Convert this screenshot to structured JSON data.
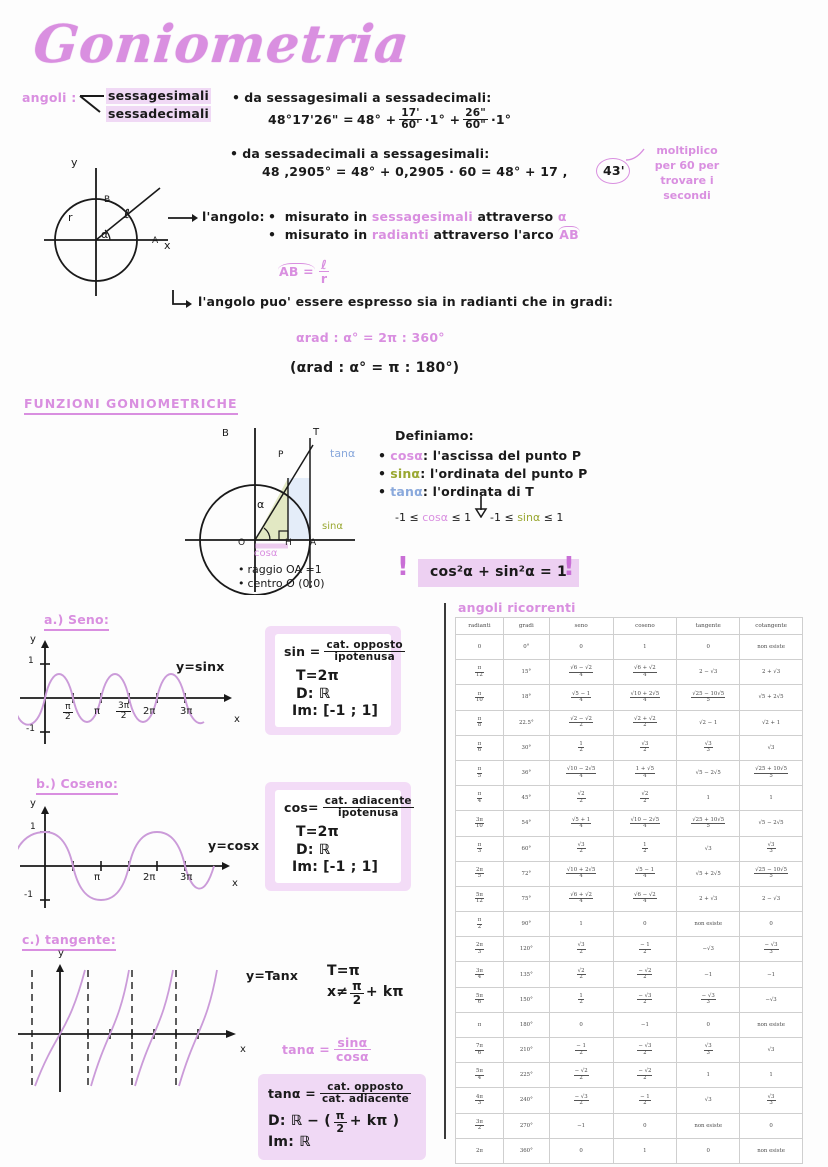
{
  "title": "Goniometria",
  "angles_section": {
    "label": "angoli :",
    "type1": "sessagesimali",
    "type2": "sessadecimali"
  },
  "conversions": {
    "bullet1_title": "da sessagesimali a sessadecimali:",
    "bullet1_lhs": "48°17'26\" =",
    "bullet1_term1": "48° +",
    "bullet1_frac1_num": "17'",
    "bullet1_frac1_den": "60'",
    "bullet1_mult1": "·1° +",
    "bullet1_frac2_num": "26\"",
    "bullet1_frac2_den": "60\"",
    "bullet1_mult2": "·1°",
    "bullet2_title": "da sessadecimali a sessagesimali:",
    "bullet2_expr": "48 ,2905° = 48° + 0,2905 · 60 = 48° + 17 ,",
    "bullet2_circled": "43'",
    "note": "moltiplico per 60 per trovare i secondi"
  },
  "circle1": {
    "axis_y": "y",
    "axis_x": "x",
    "r": "r",
    "alpha": "α",
    "point_a": "A",
    "point_b": "B",
    "arc_l": "ℓ"
  },
  "angle_measures": {
    "lead": "l'angolo:",
    "item1_pre": "misurato in",
    "item1_key": "sessagesimali",
    "item1_post": "attraverso",
    "item1_sym": "α",
    "item2_pre": "misurato in",
    "item2_key": "radianti",
    "item2_post": "attraverso l'arco",
    "item2_sym": "AB",
    "arc_formula_lhs": "AB =",
    "arc_formula_num": "ℓ",
    "arc_formula_den": "r",
    "note_line": "l'angolo puo' essere espresso sia in radianti che in gradi:",
    "proportion1": "αrad : α° = 2π : 360°",
    "proportion2": "(αrad : α° = π : 180°)"
  },
  "funzioni": {
    "heading": "FUNZIONI GONIOMETRICHE",
    "circle_labels": {
      "O": "O",
      "A": "A",
      "B": "B",
      "P": "P",
      "H": "H",
      "T": "T",
      "alpha": "α",
      "cos": "cosα",
      "sin": "sinα",
      "tan": "tanα"
    },
    "notes": {
      "raggio": "raggio OA =1",
      "centro": "centro O (0;0)"
    },
    "definiamo_title": "Definiamo:",
    "def1_key": "cosα",
    "def1_text": ": l'ascissa del punto P",
    "def2_key": "sinα",
    "def2_text": ": l'ordinata del punto P",
    "def3_key": "tanα",
    "def3_text": ": l'ordinata di T",
    "ineq1_pre": "-1 ≤",
    "ineq1_key": "cosα",
    "ineq1_post": "≤ 1",
    "ineq2_pre": "-1 ≤",
    "ineq2_key": "sinα",
    "ineq2_post": "≤ 1",
    "identity": "cos²α + sin²α = 1",
    "excl_left": "!",
    "excl_right": "!"
  },
  "seno": {
    "heading": "a.) Seno:",
    "curve_label": "y=sinx",
    "axis_y": "y",
    "axis_x": "x",
    "y_top": "1",
    "y_bottom": "-1",
    "ticks": [
      "π/2",
      "π",
      "3π/2",
      "2π",
      "3π"
    ],
    "card": {
      "fn": "sin =",
      "num": "cat. opposto",
      "den": "ipotenusa",
      "period": "T=2π",
      "domain": "D: ℝ",
      "image": "Im: [-1 ; 1]"
    }
  },
  "coseno": {
    "heading": "b.) Coseno:",
    "curve_label": "y=cosx",
    "axis_y": "y",
    "axis_x": "x",
    "y_top": "1",
    "y_bottom": "-1",
    "ticks": [
      "π",
      "2π",
      "3π"
    ],
    "card": {
      "fn": "cos=",
      "num": "cat. adiacente",
      "den": "ipotenusa",
      "period": "T=2π",
      "domain": "D: ℝ",
      "image": "Im: [-1 ; 1]"
    }
  },
  "tangente": {
    "heading": "c.) tangente:",
    "curve_label": "y=Tanx",
    "axis_y": "y",
    "axis_x": "x",
    "period": "T=π",
    "restriction_pre": "x≠",
    "restriction_num": "π",
    "restriction_den": "2",
    "restriction_post": "+ kπ",
    "ratio_lhs": "tanα =",
    "ratio_num": "sinα",
    "ratio_den": "cosα",
    "card": {
      "fn": "tanα =",
      "num": "cat. opposto",
      "den": "cat. adiacente",
      "domain_pre": "D: ℝ − (",
      "domain_num": "π",
      "domain_den": "2",
      "domain_post": "+ kπ )",
      "image": "Im: ℝ"
    }
  },
  "table": {
    "caption": "angoli ricorrenti",
    "headers": [
      "radianti",
      "gradi",
      "seno",
      "coseno",
      "tangente",
      "cotangente"
    ],
    "undefined_text": "non esiste",
    "rows": [
      {
        "rad_num": "0",
        "rad_den": "",
        "deg": "0°",
        "sin": "0",
        "cos": "1",
        "tan": "0",
        "cot": "non esiste"
      },
      {
        "rad_num": "π",
        "rad_den": "12",
        "deg": "15°",
        "sin_num": "√6 − √2",
        "sin_den": "4",
        "cos_num": "√6 + √2",
        "cos_den": "4",
        "tan": "2 − √3",
        "cot": "2 + √3"
      },
      {
        "rad_num": "π",
        "rad_den": "10",
        "deg": "18°",
        "sin_num": "√5 − 1",
        "sin_den": "4",
        "cos_num": "√10 + 2√5",
        "cos_den": "4",
        "tan_num": "√25 − 10√5",
        "tan_den": "5",
        "cot": "√5 + 2√5"
      },
      {
        "rad_num": "π",
        "rad_den": "8",
        "deg": "22.5°",
        "sin_num": "√2 − √2",
        "sin_den": "2",
        "cos_num": "√2 + √2",
        "cos_den": "2",
        "tan": "√2 − 1",
        "cot": "√2 + 1"
      },
      {
        "rad_num": "π",
        "rad_den": "6",
        "deg": "30°",
        "sin_num": "1",
        "sin_den": "2",
        "cos_num": "√3",
        "cos_den": "2",
        "tan_num": "√3",
        "tan_den": "3",
        "cot": "√3"
      },
      {
        "rad_num": "π",
        "rad_den": "5",
        "deg": "36°",
        "sin_num": "√10 − 2√5",
        "sin_den": "4",
        "cos_num": "1 + √5",
        "cos_den": "4",
        "tan": "√5 − 2√5",
        "cot_num": "√25 + 10√5",
        "cot_den": "5"
      },
      {
        "rad_num": "π",
        "rad_den": "4",
        "deg": "45°",
        "sin_num": "√2",
        "sin_den": "2",
        "cos_num": "√2",
        "cos_den": "2",
        "tan": "1",
        "cot": "1"
      },
      {
        "rad_num": "3π",
        "rad_den": "10",
        "deg": "54°",
        "sin_num": "√5 + 1",
        "sin_den": "4",
        "cos_num": "√10 − 2√5",
        "cos_den": "4",
        "tan_num": "√25 + 10√5",
        "tan_den": "5",
        "cot": "√5 − 2√5"
      },
      {
        "rad_num": "π",
        "rad_den": "3",
        "deg": "60°",
        "sin_num": "√3",
        "sin_den": "2",
        "cos_num": "1",
        "cos_den": "2",
        "tan": "√3",
        "cot_num": "√3",
        "cot_den": "3"
      },
      {
        "rad_num": "2π",
        "rad_den": "5",
        "deg": "72°",
        "sin_num": "√10 + 2√5",
        "sin_den": "4",
        "cos_num": "√5 − 1",
        "cos_den": "4",
        "tan": "√5 + 2√5",
        "cot_num": "√25 − 10√5",
        "cot_den": "5"
      },
      {
        "rad_num": "5π",
        "rad_den": "12",
        "deg": "75°",
        "sin_num": "√6 + √2",
        "sin_den": "4",
        "cos_num": "√6 − √2",
        "cos_den": "4",
        "tan": "2 + √3",
        "cot": "2 − √3"
      },
      {
        "rad_num": "π",
        "rad_den": "2",
        "deg": "90°",
        "sin": "1",
        "cos": "0",
        "tan": "non esiste",
        "cot": "0"
      },
      {
        "rad_num": "2π",
        "rad_den": "3",
        "deg": "120°",
        "sin_num": "√3",
        "sin_den": "2",
        "cos_num": "− 1",
        "cos_den": "2",
        "tan": "−√3",
        "cot_num": "− √3",
        "cot_den": "3"
      },
      {
        "rad_num": "3π",
        "rad_den": "4",
        "deg": "135°",
        "sin_num": "√2",
        "sin_den": "2",
        "cos_num": "− √2",
        "cos_den": "2",
        "tan": "−1",
        "cot": "−1"
      },
      {
        "rad_num": "5π",
        "rad_den": "6",
        "deg": "150°",
        "sin_num": "1",
        "sin_den": "2",
        "cos_num": "− √3",
        "cos_den": "2",
        "tan_num": "− √3",
        "tan_den": "3",
        "cot": "−√3"
      },
      {
        "rad_num": "π",
        "rad_den": "",
        "deg": "180°",
        "sin": "0",
        "cos": "−1",
        "tan": "0",
        "cot": "non esiste"
      },
      {
        "rad_num": "7π",
        "rad_den": "6",
        "deg": "210°",
        "sin_num": "− 1",
        "sin_den": "2",
        "cos_num": "− √3",
        "cos_den": "2",
        "tan_num": "√3",
        "tan_den": "3",
        "cot": "√3"
      },
      {
        "rad_num": "5π",
        "rad_den": "4",
        "deg": "225°",
        "sin_num": "− √2",
        "sin_den": "2",
        "cos_num": "− √2",
        "cos_den": "2",
        "tan": "1",
        "cot": "1"
      },
      {
        "rad_num": "4π",
        "rad_den": "3",
        "deg": "240°",
        "sin_num": "− √3",
        "sin_den": "2",
        "cos_num": "− 1",
        "cos_den": "2",
        "tan": "√3",
        "cot_num": "√3",
        "cot_den": "3"
      },
      {
        "rad_num": "3π",
        "rad_den": "2",
        "deg": "270°",
        "sin": "−1",
        "cos": "0",
        "tan": "non esiste",
        "cot": "0"
      },
      {
        "rad_num": "2π",
        "rad_den": "",
        "deg": "360°",
        "sin": "0",
        "cos": "1",
        "tan": "0",
        "cot": "non esiste"
      }
    ]
  },
  "colors": {
    "accent_pink": "#d98fe0",
    "highlight": "#f0d9f5",
    "sin_green": "#9aa832",
    "tan_blue": "#8aa9dc",
    "ink": "#1a1a1a"
  }
}
